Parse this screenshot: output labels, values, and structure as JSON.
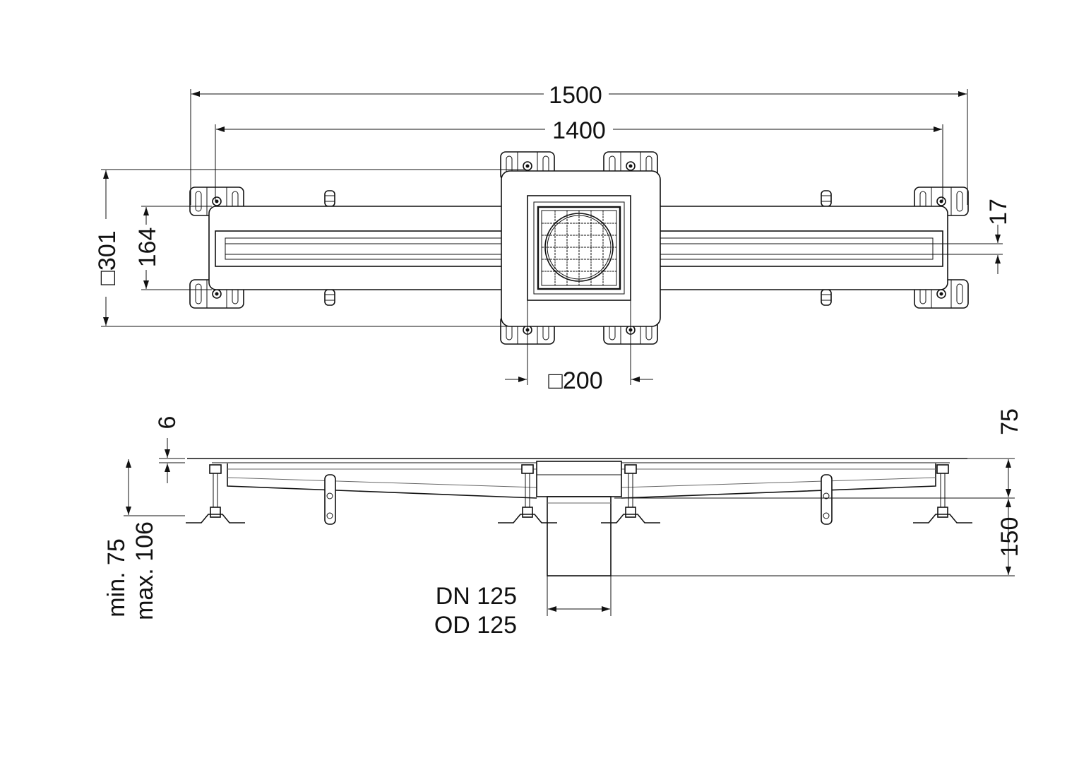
{
  "plan_view": {
    "overall_length": "1500",
    "fixing_length": "1400",
    "box_width": "□301",
    "channel_width": "164",
    "slot_width": "17",
    "grate_size": "□200"
  },
  "side_view": {
    "edge_thickness": "6",
    "height_min": "min. 75",
    "height_max": "max. 106",
    "body_height": "75",
    "outlet_length": "150",
    "outlet_dn": "DN 125",
    "outlet_od": "OD 125"
  },
  "colors": {
    "line": "#111111",
    "background": "#ffffff"
  }
}
